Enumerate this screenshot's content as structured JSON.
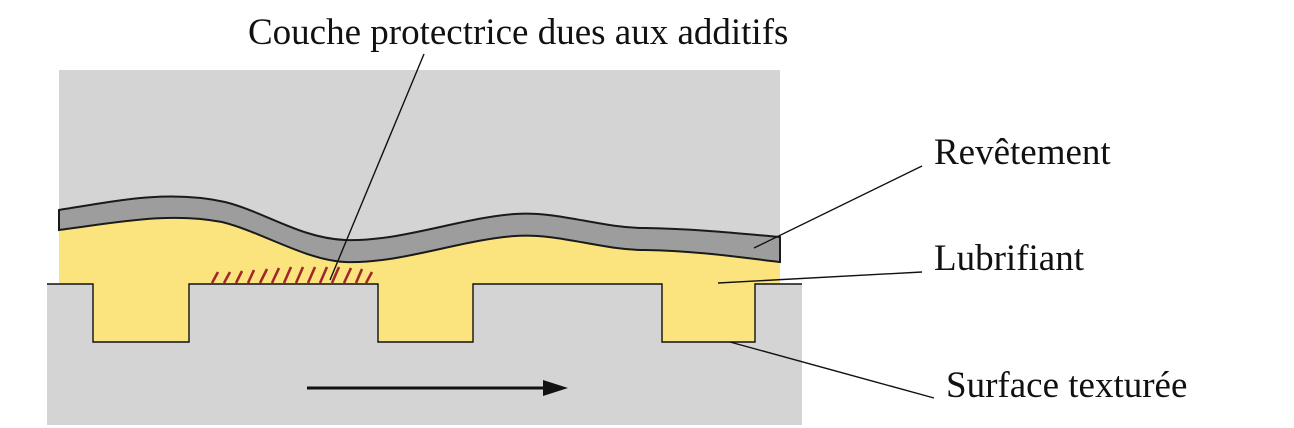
{
  "diagram": {
    "labels": {
      "protective_layer": "Couche protectrice dues aux additifs",
      "coating": "Revêtement",
      "lubricant": "Lubrifiant",
      "textured_surface": "Surface texturée"
    },
    "colors": {
      "background": "#d4d4d4",
      "lubricant": "#fbe47e",
      "coating": "#9d9d9d",
      "hatch": "#a0282a",
      "outline": "#1a1a1a"
    },
    "arrow_direction": "right"
  }
}
